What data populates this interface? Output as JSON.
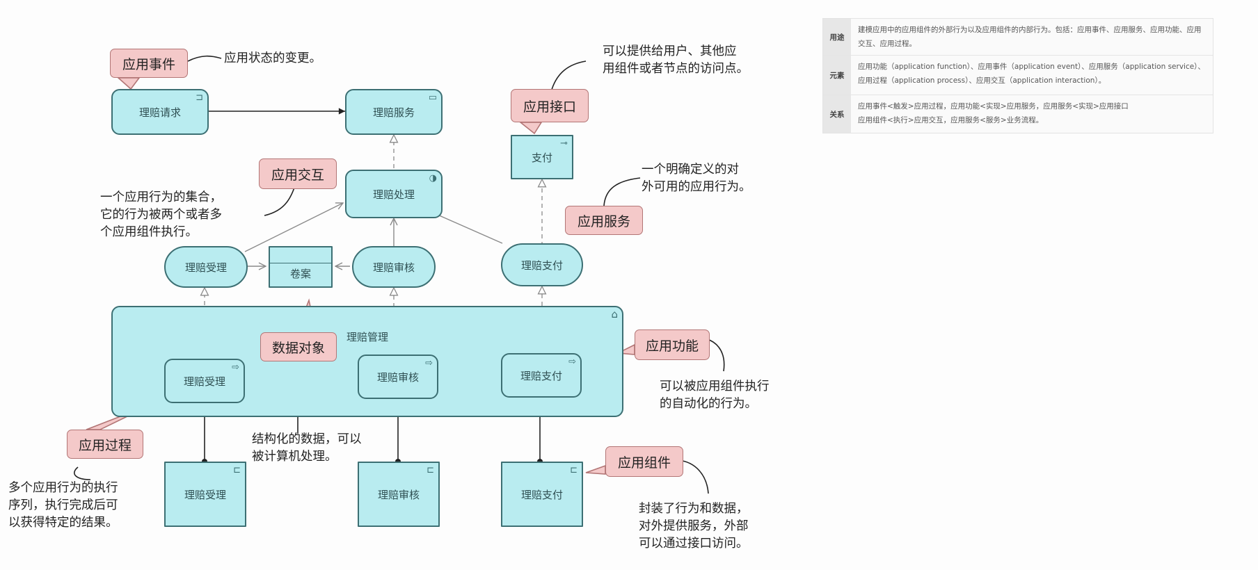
{
  "colors": {
    "node_fill": "#b9ecf0",
    "node_border": "#3c6f73",
    "callout_fill": "#f4c9c9",
    "callout_border": "#b27575"
  },
  "info_table": {
    "rows": [
      {
        "head": "用途",
        "body": "建模应用中的应用组件的外部行为以及应用组件的内部行为。包括：应用事件、应用服务、应用功能、应用交互、应用过程。"
      },
      {
        "head": "元素",
        "body": "应用功能（application function）、应用事件（application event）、应用服务（application service）、应用过程（application process）、应用交互（application interaction）。"
      },
      {
        "head": "关系",
        "body": "应用事件<触发>应用过程，应用功能<实现>应用服务，应用服务<实现>应用接口\n应用组件<执行>应用交互，应用服务<服务>业务流程。"
      }
    ]
  },
  "nodes": {
    "claim_request": "理赔请求",
    "claim_service": "理赔服务",
    "pay_interface": "支付",
    "claim_process_interaction": "理赔处理",
    "accept_service": "理赔受理",
    "archive_data": "卷案",
    "review_service": "理赔审核",
    "pay_service": "理赔支付",
    "claim_management": "理赔管理",
    "accept_function": "理赔受理",
    "review_function": "理赔审核",
    "pay_function": "理赔支付",
    "accept_component": "理赔受理",
    "review_component": "理赔审核",
    "pay_component": "理赔支付"
  },
  "callouts": {
    "app_event": "应用事件",
    "app_interface": "应用接口",
    "app_interaction": "应用交互",
    "app_service": "应用服务",
    "data_object": "数据对象",
    "app_function": "应用功能",
    "app_process": "应用过程",
    "app_component": "应用组件"
  },
  "notes": {
    "event": "应用状态的变更。",
    "interface": "可以提供给用户、其他应\n用组件或者节点的访问点。",
    "interaction": "一个应用行为的集合，\n它的行为被两个或者多\n个应用组件执行。",
    "service": "一个明确定义的对\n外可用的应用行为。",
    "function": "可以被应用组件执行\n的自动化的行为。",
    "data": "结构化的数据，可以\n被计算机处理。",
    "process": "多个应用行为的执行\n序列，执行完成后可\n以获得特定的结果。",
    "component": "封装了行为和数据，\n对外提供服务，外部\n可以通过接口访问。"
  }
}
